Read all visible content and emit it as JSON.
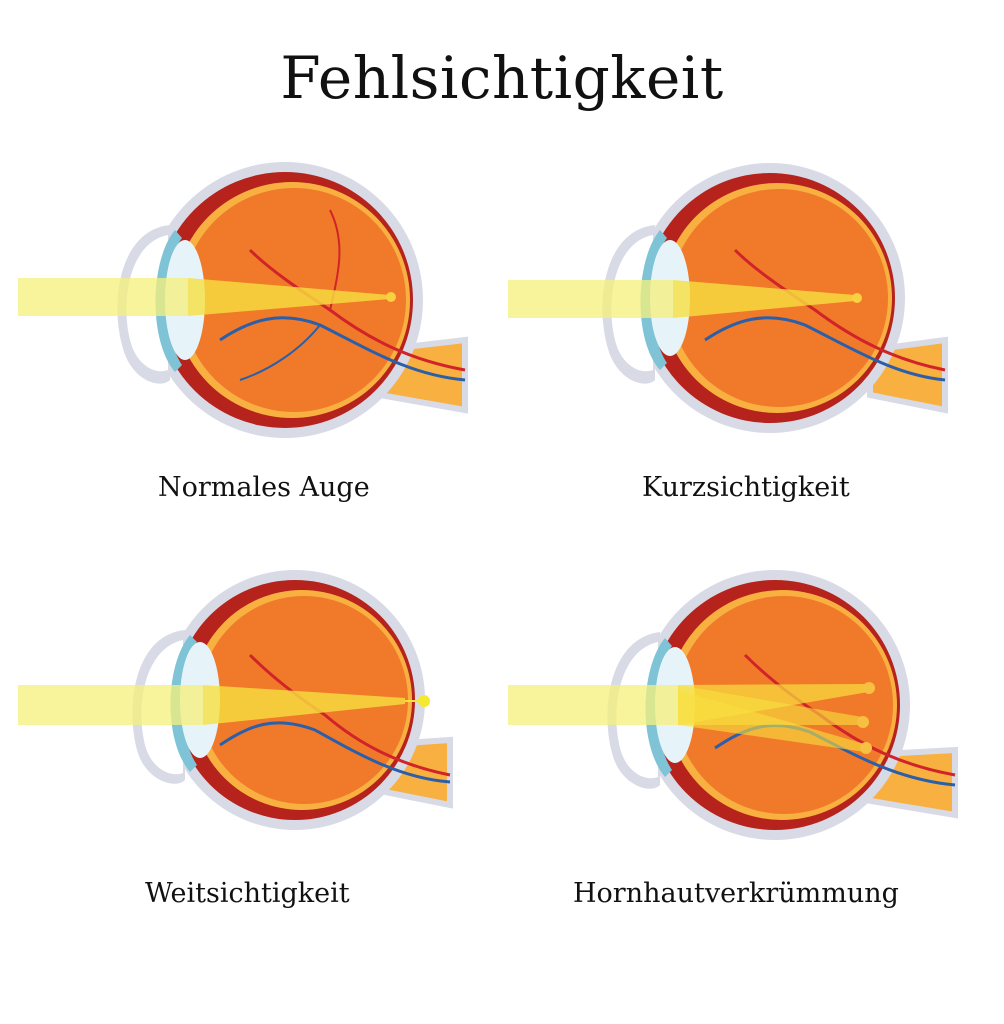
{
  "title": "Fehlsichtigkeit",
  "colors": {
    "sclera_outer": "#d8dae6",
    "choroid": "#b5231c",
    "eye_interior": "#f07a2a",
    "retina_rim": "#f8b040",
    "cornea": "#7fc3d6",
    "lens": "#e6f4fa",
    "light_beam": "#f5f07a",
    "artery": "#d0242a",
    "vein": "#2c5fa8",
    "optic_nerve": "#f8b040"
  },
  "panels": [
    {
      "id": "normal",
      "caption": "Normales Auge",
      "focus": "on-retina",
      "focal_points": 1
    },
    {
      "id": "myopia",
      "caption": "Kurzsichtigkeit",
      "focus": "in-front-of-retina",
      "focal_points": 1
    },
    {
      "id": "hyperopia",
      "caption": "Weitsichtigkeit",
      "focus": "behind-retina",
      "focal_points": 1
    },
    {
      "id": "astigmatism",
      "caption": "Hornhautverkrümmung",
      "focus": "multiple-points",
      "focal_points": 3
    }
  ]
}
